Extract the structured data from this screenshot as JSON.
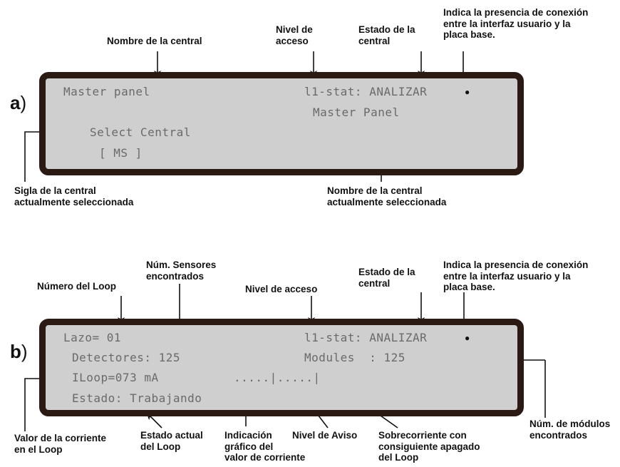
{
  "panel_a": {
    "label": "a",
    "label_paren": ")",
    "annotations": {
      "nombre_central": "Nombre de la central",
      "nivel_acceso": "Nivel de\nacceso",
      "estado_central": "Estado de la\ncentral",
      "presencia_conexion": "Indica la presencia de conexión\nentre la interfaz usuario y la\nplaca base.",
      "sigla_central": "Sigla de la central\nactualmente seleccionada",
      "nombre_central_sel": "Nombre de la central\nactualmente seleccionada"
    },
    "lcd": {
      "line1_left": "Master panel",
      "line1_right": "l1-stat: ANALIZAR",
      "line2": "Master Panel",
      "line3": "Select Central",
      "line4": "[ MS ]",
      "connection_glyph": "●"
    }
  },
  "panel_b": {
    "label": "b",
    "label_paren": ")",
    "annotations": {
      "numero_loop": "Número del Loop",
      "num_sensores": "Núm. Sensores\nencontrados",
      "nivel_acceso": "Nivel de acceso",
      "estado_central": "Estado de la\ncentral",
      "presencia_conexion": "Indica la presencia de conexión\nentre la interfaz usuario y la\nplaca base.",
      "num_modulos": "Núm. de módulos\nencontrados",
      "valor_corriente": "Valor de la corriente\nen el Loop",
      "estado_actual": "Estado actual\ndel Loop",
      "indicacion_grafica": "Indicación\ngráfico del\nvalor de corriente",
      "nivel_aviso": "Nivel de Aviso",
      "sobrecorriente": "Sobrecorriente con\nconsiguiente apagado\ndel Loop"
    },
    "lcd": {
      "line1_left": "Lazo= 01",
      "line1_right": "l1-stat: ANALIZAR",
      "line2_left": "Detectores: 125",
      "line2_right": "Modules  : 125",
      "line3_left": "ILoop=073 mA",
      "line3_bar": ".....|.....|",
      "line4": "Estado: Trabajando",
      "connection_glyph": "●"
    }
  }
}
